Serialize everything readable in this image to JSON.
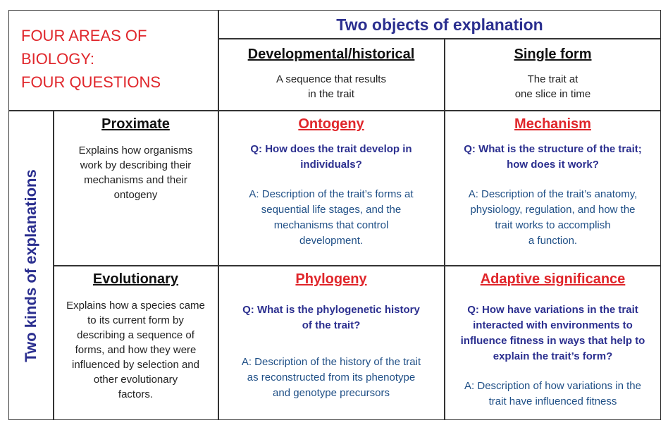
{
  "corner_title": [
    "FOUR AREAS OF",
    "BIOLOGY:",
    "FOUR QUESTIONS"
  ],
  "objects_title": "Two objects of explanation",
  "kinds_title": "Two kinds of explanations",
  "columns": {
    "developmental": {
      "heading": "Developmental/historical",
      "desc": [
        "A sequence that results",
        "in the trait"
      ]
    },
    "single": {
      "heading": "Single form",
      "desc": [
        "The trait at",
        "one slice in time"
      ]
    }
  },
  "rows": {
    "proximate": {
      "heading": "Proximate",
      "desc": [
        "Explains how organisms",
        "work by describing their",
        "mechanisms and their",
        "ontogeny"
      ]
    },
    "evolutionary": {
      "heading": "Evolutionary",
      "desc": [
        "Explains how a species came",
        "to its current form by",
        "describing a sequence of",
        "forms, and how they were",
        "influenced by  selection and",
        "other evolutionary",
        "factors."
      ]
    }
  },
  "cells": {
    "ontogeny": {
      "heading": "Ontogeny",
      "q": [
        "Q: How does the trait develop in",
        "individuals?"
      ],
      "a": [
        "A: Description of the trait’s forms at",
        "sequential life stages, and the",
        "mechanisms that control",
        "development."
      ]
    },
    "mechanism": {
      "heading": "Mechanism",
      "q": [
        "Q: What is the structure of the trait;",
        "how does it work?"
      ],
      "a": [
        "A: Description of the trait’s anatomy,",
        "physiology, regulation, and how the",
        "trait works to accomplish",
        "a function."
      ]
    },
    "phylogeny": {
      "heading": "Phylogeny",
      "q": [
        "Q: What is the phylogenetic history",
        "of the trait?"
      ],
      "a": [
        "A:  Description of the history of the trait",
        "as reconstructed from its phenotype",
        "and genotype precursors"
      ]
    },
    "adaptive": {
      "heading": "Adaptive significance",
      "q": [
        "Q: How have variations in the trait",
        "interacted with environments to",
        "influence fitness in ways that help to",
        "explain the trait’s form?"
      ],
      "a": [
        "A: Description of how variations in the",
        "trait have influenced fitness"
      ]
    }
  }
}
